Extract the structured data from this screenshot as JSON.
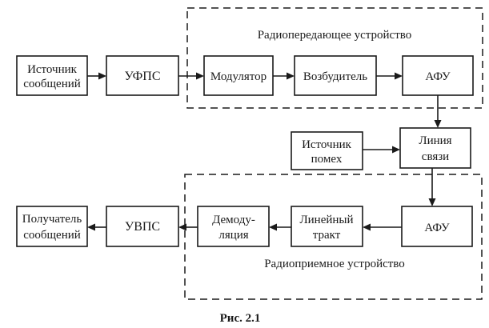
{
  "diagram": {
    "groups": {
      "transmitter": {
        "title": "Радиопередающее устройство"
      },
      "receiver": {
        "title": "Радиоприемное  устройство"
      }
    },
    "blocks": {
      "message_source": {
        "lines": [
          "Источник",
          "сообщений"
        ]
      },
      "ufps": {
        "lines": [
          "УФПС"
        ]
      },
      "modulator": {
        "lines": [
          "Модулятор"
        ]
      },
      "exciter": {
        "lines": [
          "Возбудитель"
        ]
      },
      "afu_tx": {
        "lines": [
          "АФУ"
        ]
      },
      "comm_line": {
        "lines": [
          "Линия",
          "связи"
        ]
      },
      "noise_source": {
        "lines": [
          "Источник",
          "помех"
        ]
      },
      "afu_rx": {
        "lines": [
          "АФУ"
        ]
      },
      "linear_path": {
        "lines": [
          "Линейный",
          "тракт"
        ]
      },
      "demodulation": {
        "lines": [
          "Демоду-",
          "ляция"
        ]
      },
      "uvps": {
        "lines": [
          "УВПС"
        ]
      },
      "message_receiver": {
        "lines": [
          "Получатель",
          "сообщений"
        ]
      }
    },
    "connections": [
      {
        "from": "message_source",
        "to": "ufps"
      },
      {
        "from": "ufps",
        "to": "modulator"
      },
      {
        "from": "modulator",
        "to": "exciter"
      },
      {
        "from": "exciter",
        "to": "afu_tx"
      },
      {
        "from": "afu_tx",
        "to": "comm_line"
      },
      {
        "from": "noise_source",
        "to": "comm_line"
      },
      {
        "from": "comm_line",
        "to": "afu_rx"
      },
      {
        "from": "afu_rx",
        "to": "linear_path"
      },
      {
        "from": "linear_path",
        "to": "demodulation"
      },
      {
        "from": "demodulation",
        "to": "uvps"
      },
      {
        "from": "uvps",
        "to": "message_receiver"
      }
    ],
    "caption": "Рис. 2.1"
  }
}
